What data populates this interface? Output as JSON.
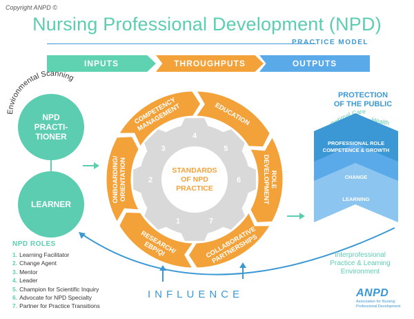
{
  "copyright": "Copyright ANPD ©",
  "title": "Nursing Professional Development (NPD)",
  "subtitle": "PRACTICE MODEL",
  "bands": {
    "inputs": "INPUTS",
    "throughputs": "THROUGHPUTS",
    "outputs": "OUTPUTS"
  },
  "environmental_scanning": "Environmental Scanning",
  "npd_practitioner": [
    "NPD",
    "PRACTI-",
    "TIONER"
  ],
  "learner": "LEARNER",
  "roles": {
    "title": "NPD ROLES",
    "items": [
      {
        "num": "1.",
        "label": "Learning Facilitator"
      },
      {
        "num": "2.",
        "label": "Change Agent"
      },
      {
        "num": "3.",
        "label": "Mentor"
      },
      {
        "num": "4.",
        "label": "Leader"
      },
      {
        "num": "5.",
        "label": "Champion for Scientific Inquiry"
      },
      {
        "num": "6.",
        "label": "Advocate for NPD Specialty"
      },
      {
        "num": "7.",
        "label": "Partner for Practice Transitions"
      }
    ]
  },
  "wheel": {
    "segments": [
      {
        "lines": [
          "COMPETENCY",
          "MANAGEMENT"
        ]
      },
      {
        "lines": [
          "EDUCATION"
        ]
      },
      {
        "lines": [
          "ROLE",
          "DEVELOPMENT"
        ]
      },
      {
        "lines": [
          "COLLABORATIVE",
          "PARTNERSHIPS"
        ]
      },
      {
        "lines": [
          "RESEARCH/",
          "EBP/QI"
        ]
      },
      {
        "lines": [
          "ONBOARDING/",
          "ORIENTATION"
        ]
      }
    ],
    "gear_numbers": [
      "1",
      "2",
      "3",
      "4",
      "5",
      "6",
      "7"
    ],
    "center": [
      "STANDARDS",
      "OF NPD",
      "PRACTICE"
    ]
  },
  "protection": [
    "PROTECTION",
    "OF THE PUBLIC"
  ],
  "optimal_care": "Optimal Care",
  "health": "Health",
  "outputs": {
    "competence": [
      "PROFESSIONAL ROLE",
      "COMPETENCE & GROWTH"
    ],
    "change": "CHANGE",
    "learning": "LEARNING"
  },
  "interprofessional": [
    "Interprofessional",
    "Practice & Learning",
    "Environment"
  ],
  "influence": "INFLUENCE",
  "logo": {
    "mark": "ANPD",
    "line1": "Association for Nursing",
    "line2": "Professional Development"
  },
  "colors": {
    "teal": "#5ccdb1",
    "orange": "#f3a23a",
    "blue": "#3b98d4",
    "gear": "#d9d9d9"
  }
}
